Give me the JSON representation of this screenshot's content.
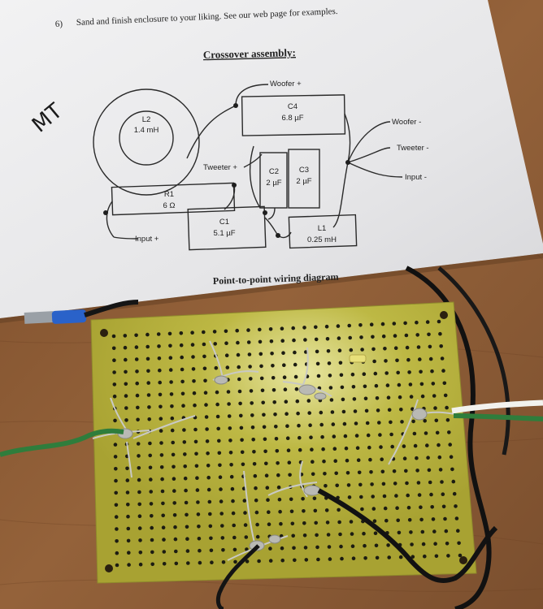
{
  "document": {
    "step_number": "6)",
    "step_text": "Sand and finish enclosure to your liking. See our web page for examples.",
    "heading": "Crossover assembly:",
    "caption": "Point-to-point wiring diagram",
    "handwritten_initials": "MT"
  },
  "components": {
    "l2": {
      "name": "L2",
      "value": "1.4 mH"
    },
    "c4": {
      "name": "C4",
      "value": "6.8 µF"
    },
    "c2": {
      "name": "C2",
      "value": "2 µF"
    },
    "c3": {
      "name": "C3",
      "value": "2 µF"
    },
    "r1": {
      "name": "R1",
      "value": "6 Ω"
    },
    "c1": {
      "name": "C1",
      "value": "5.1 µF"
    },
    "l1": {
      "name": "L1",
      "value": "0.25 mH"
    }
  },
  "terminals": {
    "woofer_plus": "Woofer +",
    "woofer_minus": "Woofer -",
    "tweeter_plus": "Tweeter +",
    "tweeter_minus": "Tweeter -",
    "input_plus": "Input +",
    "input_minus": "Input -"
  },
  "colors": {
    "table_wood": "#8a5a34",
    "paper": "#e9e9ea",
    "board": "#b8b43c",
    "board_hole": "#1c1c12",
    "wire_green": "#2f7d3c",
    "wire_black": "#151515",
    "solder": "#b9b9b4"
  },
  "perfboard": {
    "columns": 30,
    "rows": 20
  }
}
